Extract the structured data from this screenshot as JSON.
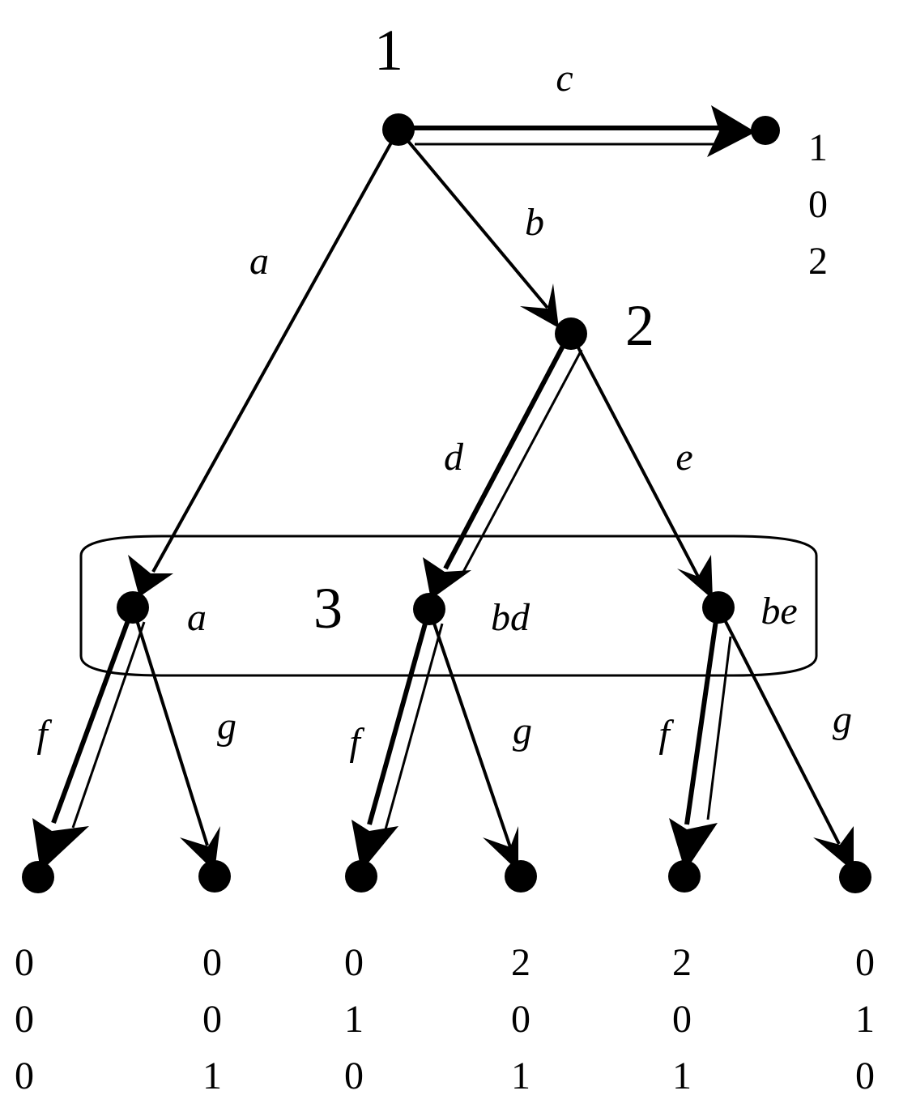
{
  "players": {
    "p1": "1",
    "p2": "2",
    "p3": "3"
  },
  "actions": {
    "a": "a",
    "b": "b",
    "c": "c",
    "d": "d",
    "e": "e",
    "f_left": "f",
    "g_left": "g",
    "f_mid": "f",
    "g_mid": "g",
    "f_right": "f",
    "g_right": "g"
  },
  "info_set_labels": {
    "left": "a",
    "middle": "bd",
    "right": "be"
  },
  "payoffs": {
    "c_terminal": [
      "1",
      "0",
      "2"
    ],
    "a_f": [
      "0",
      "0",
      "0"
    ],
    "a_g": [
      "0",
      "0",
      "1"
    ],
    "bd_f": [
      "0",
      "1",
      "0"
    ],
    "bd_g": [
      "2",
      "0",
      "1"
    ],
    "be_f": [
      "2",
      "0",
      "1"
    ],
    "be_g": [
      "0",
      "1",
      "0"
    ]
  }
}
